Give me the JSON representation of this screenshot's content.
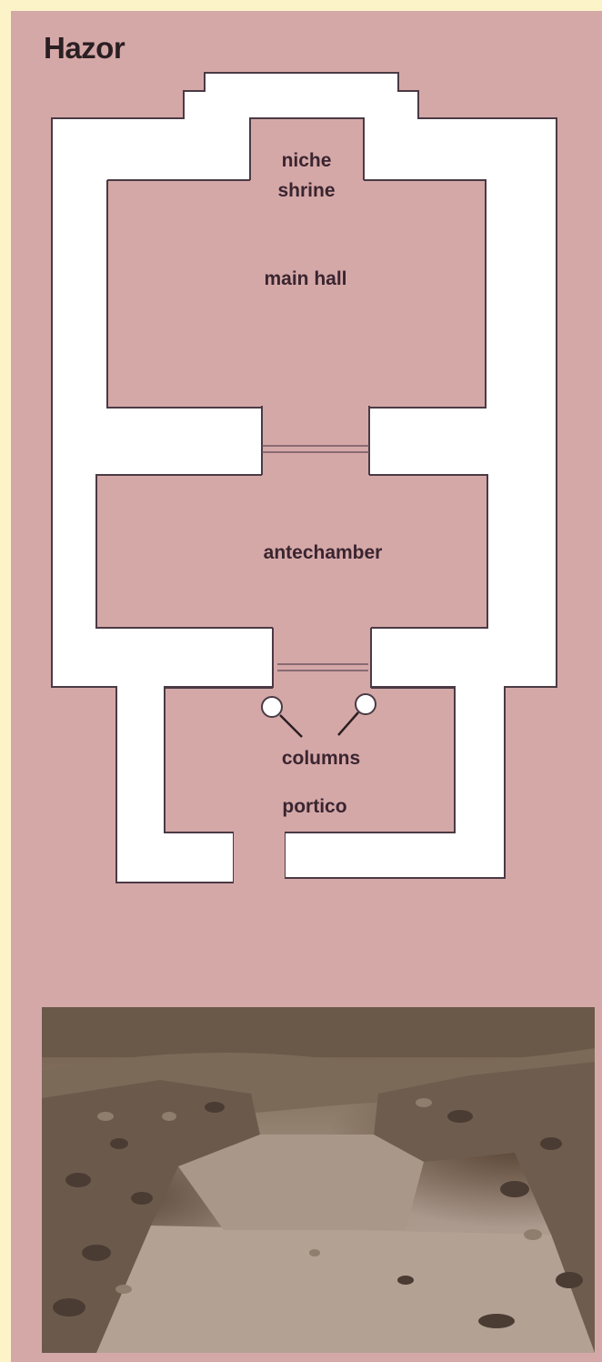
{
  "title": "Hazor",
  "rooms": {
    "niche_shrine_line1": "niche",
    "niche_shrine_line2": "shrine",
    "main_hall": "main hall",
    "antechamber": "antechamber",
    "columns": "columns",
    "portico": "portico"
  },
  "colors": {
    "background_panel": "#d5a8a8",
    "walls": "#ffffff",
    "outer_border": "#fdf3c8",
    "label_text": "#3a2530"
  },
  "photo": {
    "subject": "excavated-temple-ruins"
  }
}
